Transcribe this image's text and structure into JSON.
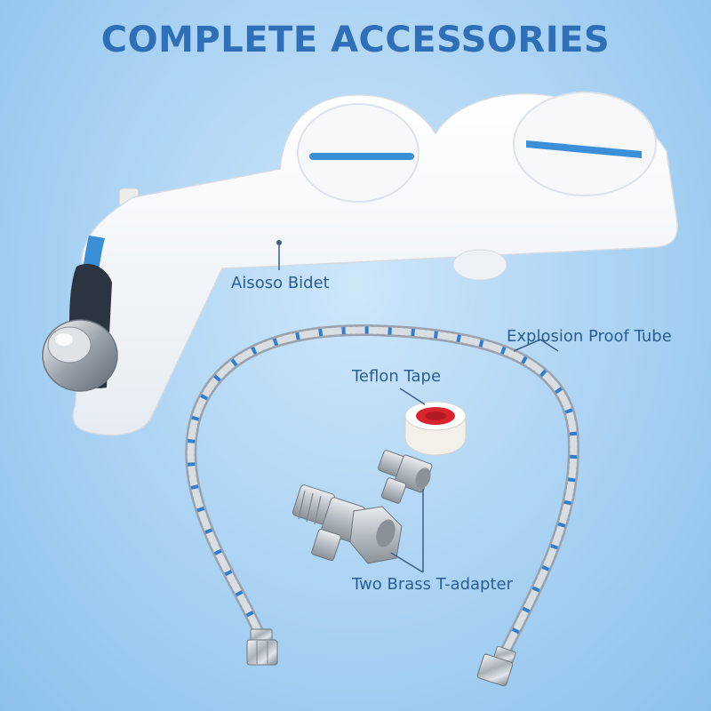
{
  "title": "COMPLETE ACCESSORIES",
  "labels": {
    "bidet": "Aisoso Bidet",
    "tube": "Explosion Proof Tube",
    "tape": "Teflon Tape",
    "adapter": "Two Brass T-adapter"
  },
  "colors": {
    "title": "#2e6fb8",
    "label_text": "#2a5d93",
    "leader_line": "#3d5f86",
    "accent_blue": "#3b8fd9",
    "tape_red": "#d9242e"
  }
}
